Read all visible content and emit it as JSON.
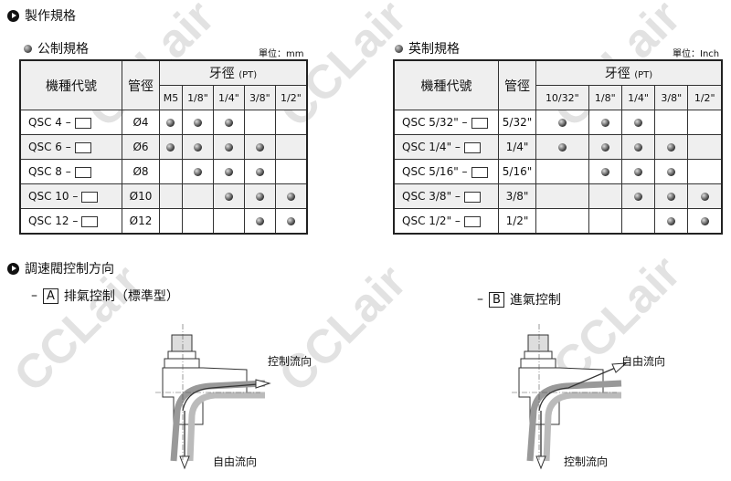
{
  "watermark": "CCLair",
  "title": "製作規格",
  "metric": {
    "title": "公制規格",
    "unit": "單位：mm",
    "h_code": "機種代號",
    "h_pipe": "管徑",
    "h_thread": "牙徑",
    "h_pt": "(PT)",
    "threads": [
      "M5",
      "1/8\"",
      "1/4\"",
      "3/8\"",
      "1/2\""
    ],
    "rows": [
      {
        "code": "QSC  4 –",
        "pipe": "Ø4",
        "avail": [
          1,
          1,
          1,
          0,
          0
        ]
      },
      {
        "code": "QSC  6 –",
        "pipe": "Ø6",
        "avail": [
          1,
          1,
          1,
          1,
          0
        ]
      },
      {
        "code": "QSC  8 –",
        "pipe": "Ø8",
        "avail": [
          0,
          1,
          1,
          1,
          0
        ]
      },
      {
        "code": "QSC 10 –",
        "pipe": "Ø10",
        "avail": [
          0,
          0,
          1,
          1,
          1
        ]
      },
      {
        "code": "QSC 12 –",
        "pipe": "Ø12",
        "avail": [
          0,
          0,
          0,
          1,
          1
        ]
      }
    ]
  },
  "inch": {
    "title": "英制規格",
    "unit": "單位：Inch",
    "h_code": "機種代號",
    "h_pipe": "管徑",
    "h_thread": "牙徑",
    "h_pt": "(PT)",
    "threads": [
      "10/32\"",
      "1/8\"",
      "1/4\"",
      "3/8\"",
      "1/2\""
    ],
    "rows": [
      {
        "code": "QSC 5/32\" –",
        "pipe": "5/32\"",
        "avail": [
          1,
          1,
          1,
          0,
          0
        ]
      },
      {
        "code": "QSC 1/4\" –",
        "pipe": "1/4\"",
        "avail": [
          1,
          1,
          1,
          1,
          0
        ]
      },
      {
        "code": "QSC 5/16\" –",
        "pipe": "5/16\"",
        "avail": [
          0,
          1,
          1,
          1,
          0
        ]
      },
      {
        "code": "QSC 3/8\" –",
        "pipe": "3/8\"",
        "avail": [
          0,
          0,
          1,
          1,
          1
        ]
      },
      {
        "code": "QSC 1/2\" –",
        "pipe": "1/2\"",
        "avail": [
          0,
          0,
          0,
          1,
          1
        ]
      }
    ]
  },
  "direction": {
    "title": "調速閥控制方向",
    "a": {
      "dash": "–",
      "letter": "A",
      "label": "排氣控制（標準型）",
      "side": "控制流向",
      "down": "自由流向"
    },
    "b": {
      "dash": "–",
      "letter": "B",
      "label": "進氣控制",
      "side": "自由流向",
      "down": "控制流向"
    }
  }
}
